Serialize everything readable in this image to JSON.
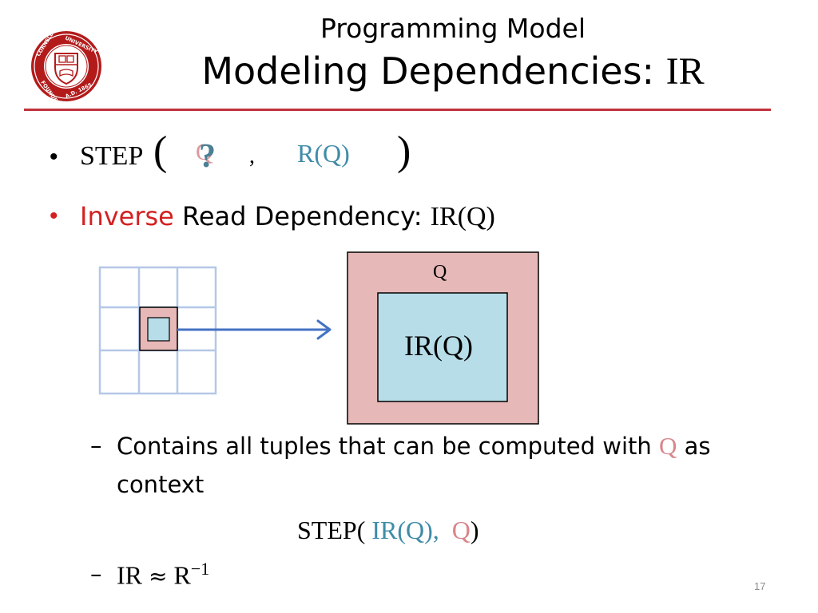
{
  "header": {
    "subtitle": "Programming Model",
    "title_prefix": "Modeling Dependencies: ",
    "title_var": "IR"
  },
  "bullet1": {
    "marker": "•",
    "step": "STEP",
    "open_paren": "(",
    "q_faded": "Q",
    "question": "?",
    "comma": ",",
    "rq": "R(Q)",
    "close_paren": ")"
  },
  "bullet2": {
    "marker": "•",
    "inverse": "Inverse",
    "text": " Read Dependency: ",
    "irq": "IR(Q)"
  },
  "diagram": {
    "outer_label": "Q",
    "inner_label": "IR(Q)"
  },
  "sub1": {
    "dash": "–",
    "line1_prefix": "Contains all tuples that can be computed with ",
    "q": "Q",
    "line1_suffix": " as",
    "line2": "context"
  },
  "formula": {
    "step_open": "STEP( ",
    "irq": "IR(Q),",
    "q": "Q",
    "close": ")"
  },
  "sub2": {
    "dash": "–",
    "lhs": "IR",
    "approx": "≈",
    "rhs": "R",
    "exp": "−1"
  },
  "page_number": "17",
  "colors": {
    "rule": "#c0323a",
    "grid": "#b4c7e7",
    "pink_fill": "#e6b8b8",
    "blue_fill": "#b7dde8",
    "arrow": "#4472c4",
    "teal": "#3f8ca8",
    "pink_text": "#d9868a",
    "red": "#d42020"
  }
}
